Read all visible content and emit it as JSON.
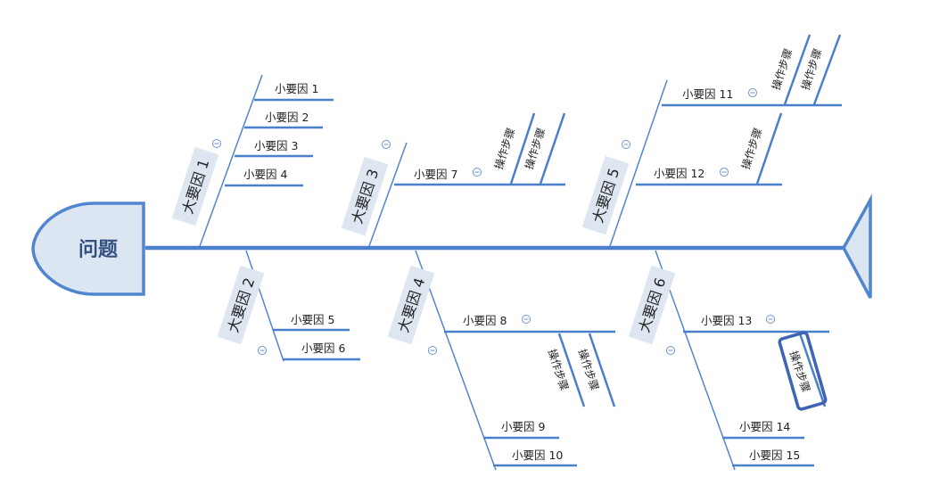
{
  "head": {
    "label": "问题"
  },
  "major_causes": [
    {
      "label": "大要因 1"
    },
    {
      "label": "大要因 2"
    },
    {
      "label": "大要因 3"
    },
    {
      "label": "大要因 4"
    },
    {
      "label": "大要因 5"
    },
    {
      "label": "大要因 6"
    }
  ],
  "minor_causes": [
    {
      "label": "小要因 1"
    },
    {
      "label": "小要因 2"
    },
    {
      "label": "小要因 3"
    },
    {
      "label": "小要因 4"
    },
    {
      "label": "小要因 5"
    },
    {
      "label": "小要因 6"
    },
    {
      "label": "小要因 7"
    },
    {
      "label": "小要因 8"
    },
    {
      "label": "小要因 9"
    },
    {
      "label": "小要因 10"
    },
    {
      "label": "小要因 11"
    },
    {
      "label": "小要因 12"
    },
    {
      "label": "小要因 13"
    },
    {
      "label": "小要因 14"
    },
    {
      "label": "小要因 15"
    }
  ],
  "step_label": "操作步骤",
  "collapse_icon": "circle-minus-icon",
  "colors": {
    "line": "#4f86cf",
    "box_fill": "#dde6f1",
    "head_text": "#33507f",
    "selection": "#3d64b5"
  }
}
